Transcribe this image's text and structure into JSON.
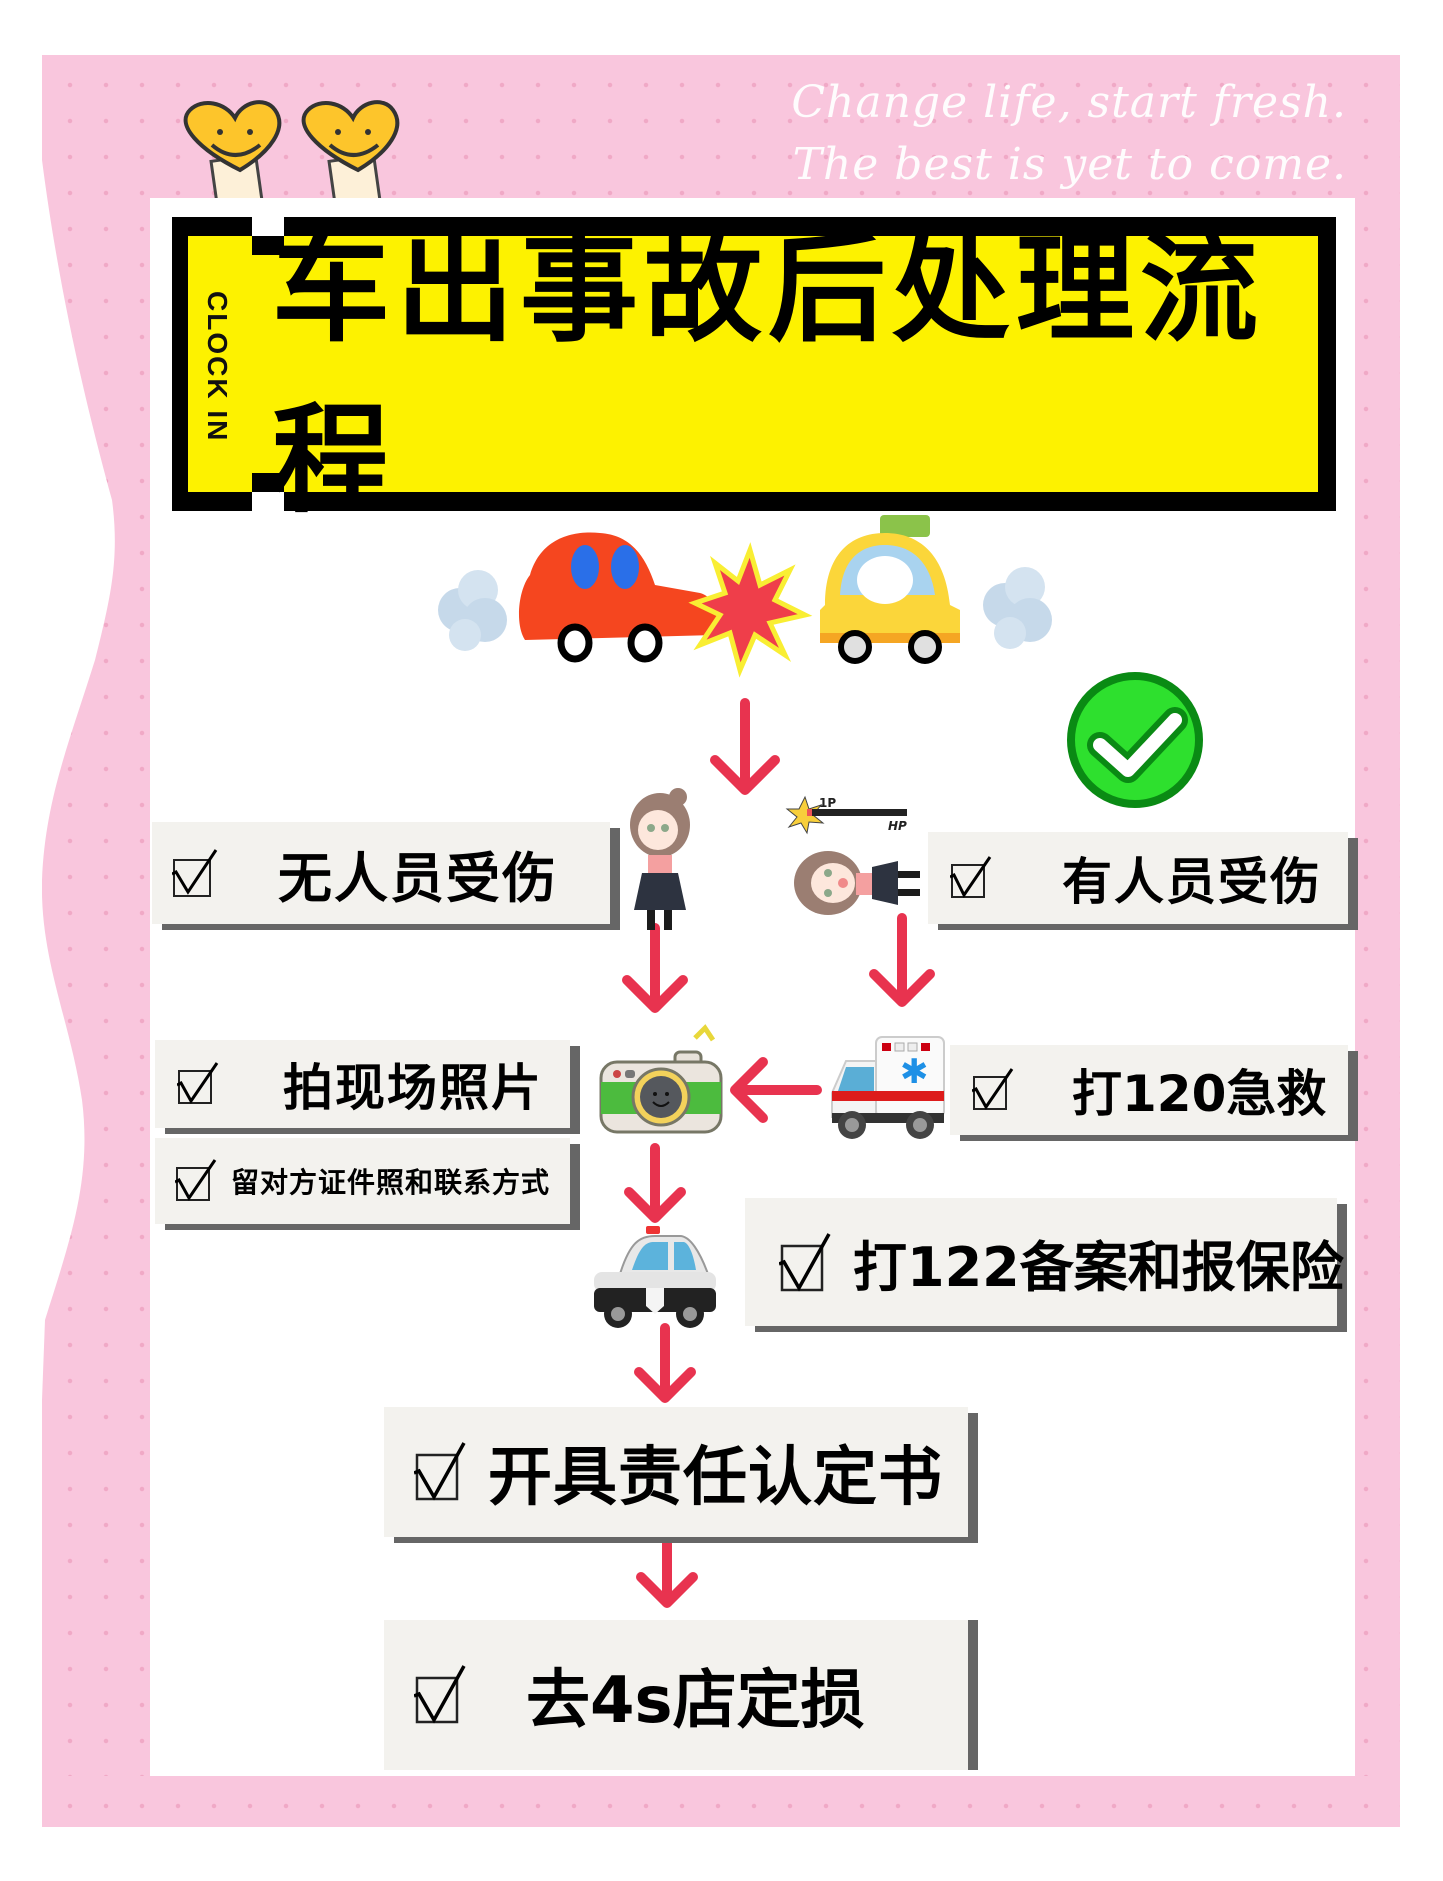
{
  "poster": {
    "slogan_line1": "Change life, start fresh.",
    "slogan_line2": "The best is yet to come.",
    "badge": "CLOCK IN",
    "title": "车出事故后处理流程"
  },
  "illustrations": {
    "collision": [
      "red-car",
      "explosion",
      "yellow-car"
    ],
    "status_icon": "green-check-circle",
    "hp_label_1p": "1P",
    "hp_label_hp": "HP"
  },
  "steps": {
    "no_injury": "无人员受伤",
    "injury": "有人员受伤",
    "take_photos": "拍现场照片",
    "keep_id_contact": "留对方证件照和联系方式",
    "call_120": "打120急救",
    "call_122": "打122备案和报保险",
    "liability": "开具责任认定书",
    "assess_4s": "去4s店定损"
  },
  "colors": {
    "pink": "#f9c6dd",
    "yellow": "#fdf200",
    "arrow": "#e8334f",
    "label_bg": "#f3f2ee",
    "shadow": "#666666",
    "check_green": "#2ee02e"
  }
}
